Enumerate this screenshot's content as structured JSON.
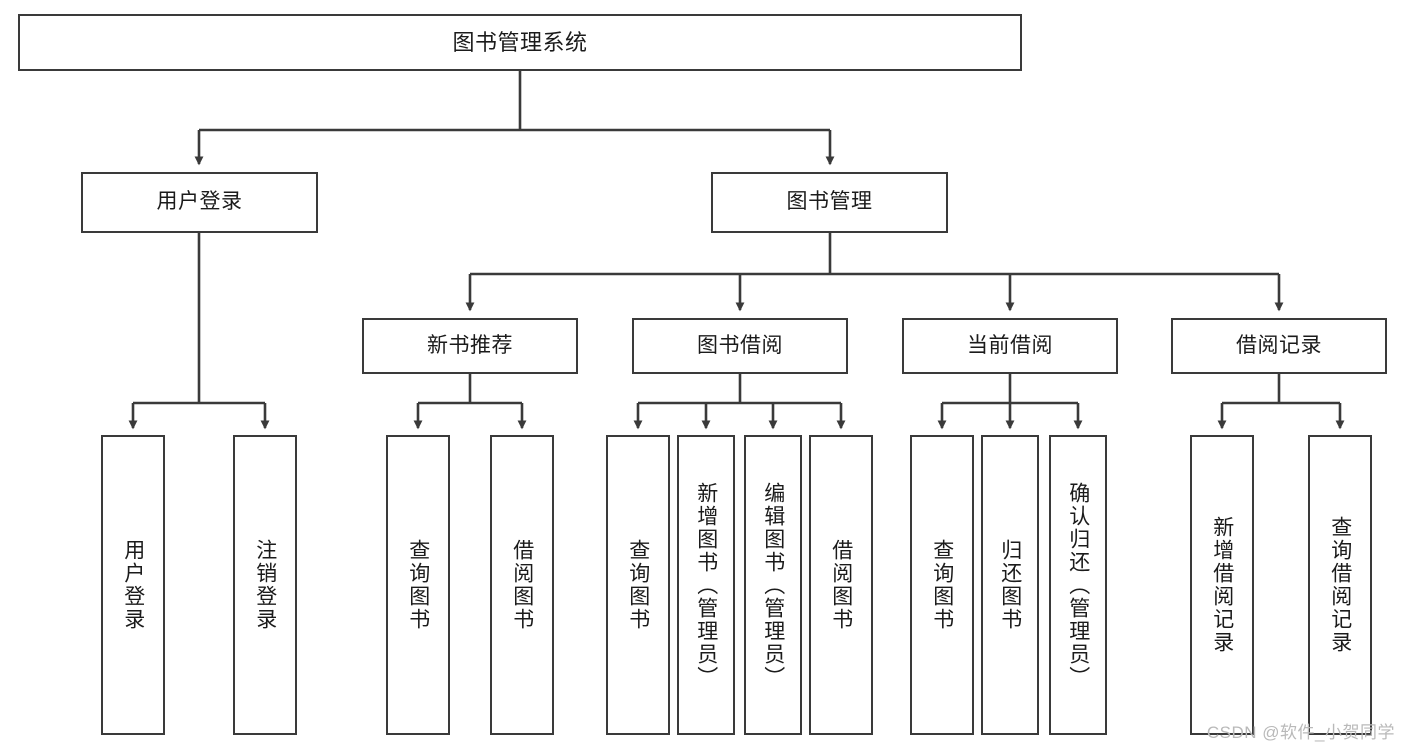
{
  "diagram": {
    "title": "图书管理系统",
    "watermark": "CSDN @软件_小贺同学",
    "colors": {
      "stroke": "#3a3a3a",
      "text": "#1b1b1b",
      "background": "#ffffff",
      "watermark": "#b9b9b9"
    },
    "levels": {
      "root": {
        "label": "图书管理系统"
      },
      "level2": [
        {
          "id": "user-login",
          "label": "用户登录"
        },
        {
          "id": "book-manage",
          "label": "图书管理"
        }
      ],
      "level3": [
        {
          "id": "new-book-recommend",
          "label": "新书推荐"
        },
        {
          "id": "book-borrow",
          "label": "图书借阅"
        },
        {
          "id": "current-borrow",
          "label": "当前借阅"
        },
        {
          "id": "borrow-record",
          "label": "借阅记录"
        }
      ],
      "leaves": {
        "user-login": [
          {
            "id": "leaf-user-login",
            "label": "用户登录"
          },
          {
            "id": "leaf-logout",
            "label": "注销登录"
          }
        ],
        "new-book-recommend": [
          {
            "id": "leaf-query-book-1",
            "label": "查询图书"
          },
          {
            "id": "leaf-borrow-book-1",
            "label": "借阅图书"
          }
        ],
        "book-borrow": [
          {
            "id": "leaf-query-book-2",
            "label": "查询图书"
          },
          {
            "id": "leaf-add-book",
            "label": "新增图书（管理员）"
          },
          {
            "id": "leaf-edit-book",
            "label": "编辑图书（管理员）"
          },
          {
            "id": "leaf-borrow-book-2",
            "label": "借阅图书"
          }
        ],
        "current-borrow": [
          {
            "id": "leaf-query-book-3",
            "label": "查询图书"
          },
          {
            "id": "leaf-return-book",
            "label": "归还图书"
          },
          {
            "id": "leaf-confirm-return",
            "label": "确认归还（管理员）"
          }
        ],
        "borrow-record": [
          {
            "id": "leaf-add-record",
            "label": "新增借阅记录"
          },
          {
            "id": "leaf-query-record",
            "label": "查询借阅记录"
          }
        ]
      }
    }
  }
}
